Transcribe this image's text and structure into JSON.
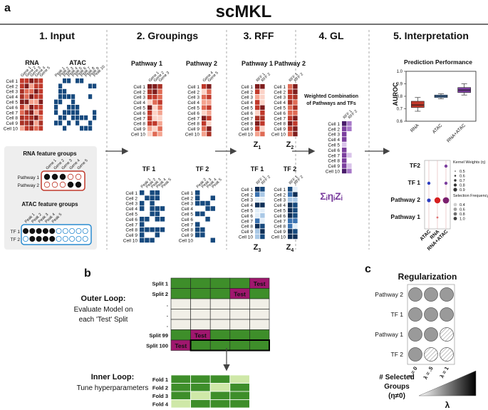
{
  "figure": {
    "title": "scMKL",
    "panel_labels": {
      "a": "a",
      "b": "b",
      "c": "c"
    }
  },
  "colors": {
    "rna_red": "#c0392b",
    "rna_light": "#f4a38f",
    "atac_blue": "#174a7e",
    "atac_light": "#a9c8e6",
    "gl_purple": "#7b3f9e",
    "outer_green": "#3e8e2a",
    "light_green": "#cfe8a8",
    "test_magenta": "#a0176e",
    "feature_box_bg": "#eeeeee"
  },
  "section_headers": [
    "1. Input",
    "2. Groupings",
    "3. RFF",
    "4. GL",
    "5. Interpretation"
  ],
  "input": {
    "rna_title": "RNA",
    "atac_title": "ATAC",
    "rna_columns": [
      "Gene 1",
      "Gene 2",
      "Gene 3",
      "Gene 4",
      "Gene 5"
    ],
    "atac_columns": [
      "Peak 1",
      "Peak 2",
      "Peak 3",
      "Peak 4",
      "Peak 5",
      "Peak 6",
      "Peak 7",
      "Peak 8",
      "Peak 9",
      "Peak 10"
    ],
    "cells": [
      "Cell 1",
      "Cell 2",
      "Cell 3",
      "Cell 4",
      "Cell 5",
      "Cell 6",
      "Cell 7",
      "Cell 8",
      "Cell 9",
      "Cell 10"
    ],
    "rna_feature_groups_title": "RNA feature groups",
    "rna_group_rows": [
      "Pathway 1",
      "Pathway 2"
    ],
    "rna_group_cols": [
      "Gene 1",
      "Gene 2",
      "Gene 3",
      "Gene 4",
      "Gene 5"
    ],
    "atac_feature_groups_title": "ATAC feature groups",
    "atac_group_rows": [
      "TF 1",
      "TF 2"
    ],
    "atac_group_cols": [
      "Peak 1",
      "Peak 2",
      "Peak 3",
      "Peak 4",
      "Peak 5"
    ]
  },
  "groupings": {
    "pathway1": {
      "title": "Pathway 1",
      "cols": [
        "Gene 1",
        "Gene 2",
        "Gene 3"
      ]
    },
    "pathway2": {
      "title": "Pathway 2",
      "cols": [
        "Gene 4",
        "Gene 5"
      ]
    },
    "tf1": {
      "title": "TF 1",
      "cols": [
        "Peak 1",
        "Peak 2",
        "Peak 3",
        "Peak 4",
        "Peak 5"
      ]
    },
    "tf2": {
      "title": "TF 2",
      "cols": [
        "Peak 2",
        "Peak 3",
        "Peak 4",
        "Peak 5"
      ]
    }
  },
  "rff": {
    "cols": [
      "RFF 1",
      "RFF 2"
    ],
    "blocks": [
      {
        "title": "Pathway 1",
        "z": "Z",
        "sub": "1"
      },
      {
        "title": "Pathway 2",
        "z": "Z",
        "sub": "2"
      },
      {
        "title": "TF 1",
        "z": "Z",
        "sub": "3"
      },
      {
        "title": "TF 2",
        "z": "Z",
        "sub": "4"
      }
    ]
  },
  "gl": {
    "title_line1": "Weighted Combination",
    "title_line2": "of Pathways and TFs",
    "cols": [
      "RFF 1",
      "RFF 2"
    ],
    "formula": "ΣᵢηᵢZᵢ"
  },
  "interpretation": {
    "prediction_title": "Prediction Performance",
    "auroc_label": "AUROC",
    "y_ticks": [
      "1.0",
      "0.9",
      "0.8",
      "0.7",
      "0.6"
    ],
    "x_labels": [
      "RNA",
      "ATAC",
      "RNA+ATAC"
    ],
    "dot_rows": [
      "TF2",
      "TF 1",
      "Pathway 2",
      "Pathway 1"
    ],
    "dot_cols": [
      "ATAC",
      "RNA",
      "RNA+ATAC"
    ],
    "kernel_weights_title": "Kernel Weights (η)",
    "kernel_weights": [
      "0.5",
      "0.6",
      "0.7",
      "0.8",
      "0.9"
    ],
    "selection_title": "Selection Frequency",
    "selection_freq": [
      "0.4",
      "0.6",
      "0.8",
      "1.0"
    ]
  },
  "chart_data": {
    "type": "box",
    "title": "Prediction Performance",
    "ylabel": "AUROC",
    "ylim": [
      0.6,
      1.0
    ],
    "categories": [
      "RNA",
      "ATAC",
      "RNA+ATAC"
    ],
    "boxes": [
      {
        "name": "RNA",
        "whisker_low": 0.68,
        "q1": 0.71,
        "median": 0.73,
        "q3": 0.76,
        "whisker_high": 0.79,
        "color": "#c0392b"
      },
      {
        "name": "ATAC",
        "whisker_low": 0.78,
        "q1": 0.79,
        "median": 0.8,
        "q3": 0.81,
        "whisker_high": 0.82,
        "color": "#4a86c8"
      },
      {
        "name": "RNA+ATAC",
        "whisker_low": 0.81,
        "q1": 0.83,
        "median": 0.85,
        "q3": 0.87,
        "whisker_high": 0.9,
        "color": "#7b3f9e"
      }
    ]
  },
  "cross_validation": {
    "outer_loop_title": "Outer Loop:",
    "outer_loop_desc_1": "Evaluate Model on",
    "outer_loop_desc_2": "each 'Test' Split",
    "splits": [
      "Split 1",
      "Split 2",
      ".",
      ".",
      ".",
      "Split 99",
      "Split 100"
    ],
    "test_label": "Test",
    "inner_loop_title": "Inner Loop:",
    "inner_loop_desc": "Tune hyperparameters",
    "folds": [
      "Fold 1",
      "Fold 2",
      "Fold 3",
      "Fold 4"
    ]
  },
  "regularization": {
    "title": "Regularization",
    "rows": [
      "Pathway 2",
      "TF 1",
      "Pathway 1",
      "TF 2"
    ],
    "lambdas": [
      "λ = 0",
      "λ = .5",
      "λ = 1"
    ],
    "selected_label_1": "# Selected",
    "selected_label_2": "Groups",
    "selected_label_3": "(η≠0)",
    "lambda_symbol": "λ"
  }
}
